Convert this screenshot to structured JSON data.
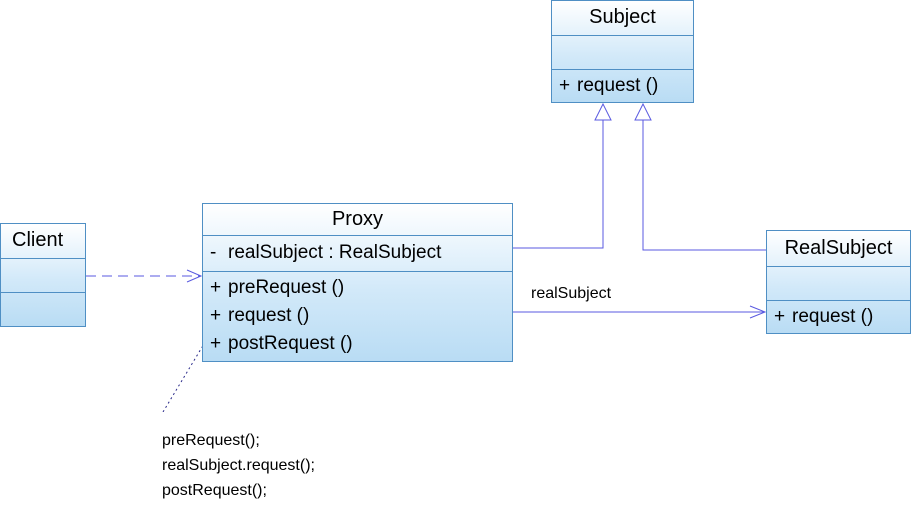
{
  "diagram": {
    "classes": {
      "client": {
        "name": "Client"
      },
      "proxy": {
        "name": "Proxy",
        "attributes": [
          {
            "visibility": "-",
            "text": "realSubject  : RealSubject"
          }
        ],
        "operations": [
          {
            "visibility": "+",
            "text": "preRequest ()"
          },
          {
            "visibility": "+",
            "text": "request ()"
          },
          {
            "visibility": "+",
            "text": "postRequest ()"
          }
        ]
      },
      "subject": {
        "name": "Subject",
        "operations": [
          {
            "visibility": "+",
            "text": "request ()"
          }
        ]
      },
      "realsubject": {
        "name": "RealSubject",
        "operations": [
          {
            "visibility": "+",
            "text": "request ()"
          }
        ]
      }
    },
    "association_label": "realSubject",
    "note_lines": [
      "preRequest();",
      "realSubject.request();",
      "postRequest();"
    ],
    "colors": {
      "class_border": "#4f8fc4",
      "class_fill_top": "#ffffff",
      "class_fill_bottom": "#b9dcf4",
      "connector": "#5a5ae0",
      "note_border": "#2a2a8a"
    }
  }
}
